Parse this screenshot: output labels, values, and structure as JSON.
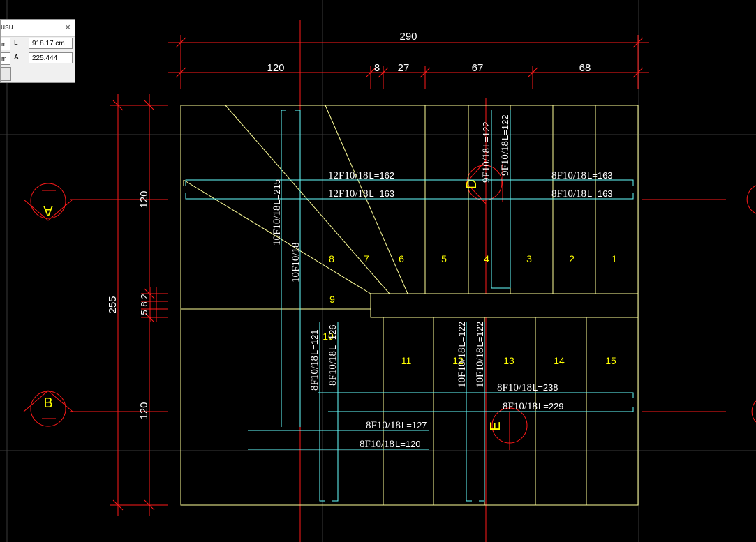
{
  "dimensions": {
    "total_width": "290",
    "seg_1": "120",
    "seg_2": "8",
    "seg_3": "27",
    "seg_4": "67",
    "seg_5": "68",
    "left_total": "255",
    "left_upper": "120",
    "left_lower": "120",
    "left_small_a": "5",
    "left_small_b": "8",
    "left_small_c": "2"
  },
  "axes": {
    "a": "A",
    "b": "B",
    "d": "D",
    "e": "E"
  },
  "steps": {
    "s1": "1",
    "s2": "2",
    "s3": "3",
    "s4": "4",
    "s5": "5",
    "s6": "6",
    "s7": "7",
    "s8": "8",
    "s9": "9",
    "s10": "10",
    "s11": "11",
    "s12": "12",
    "s13": "13",
    "s14": "14",
    "s15": "15"
  },
  "rebar": {
    "r1": "12F10/18",
    "r1l": "L=162",
    "r2": "12F10/18",
    "r2l": "L=163",
    "r3": "8F10/18",
    "r3l": "L=163",
    "r4": "8F10/18",
    "r4l": "L=163",
    "r5": "10F10/18",
    "r5l": "L=215",
    "r6": "10F10/18",
    "r7": "9F10/18",
    "r7l": "L=122",
    "r8": "9F10/18",
    "r8l": "L=122",
    "r9": "8F10/18",
    "r9l": "L=121",
    "r10": "8F10/18",
    "r10l": "L=126",
    "r11": "10F10/18",
    "r11l": "L=122",
    "r12": "10F10/18",
    "r12l": "L=122",
    "r13": "8F10/18",
    "r13l": "L=238",
    "r14": "8F10/18",
    "r14l": "L=229",
    "r15": "8F10/18",
    "r15l": "L=127",
    "r16": "8F10/18",
    "r16l": "L=120"
  },
  "panel": {
    "title": "usu",
    "close": "×",
    "unit1": "m",
    "unit2": "m",
    "label_l": "L",
    "value_l": "918.17 cm",
    "label_a": "A",
    "value_a": "225.444"
  },
  "colors": {
    "background": "#000000",
    "axis_red": "#ff1a1a",
    "outline_yellow": "#ffff99",
    "rebar_cyan": "#66ffff",
    "step_number": "#ffff00",
    "grid_gray": "#404040"
  }
}
